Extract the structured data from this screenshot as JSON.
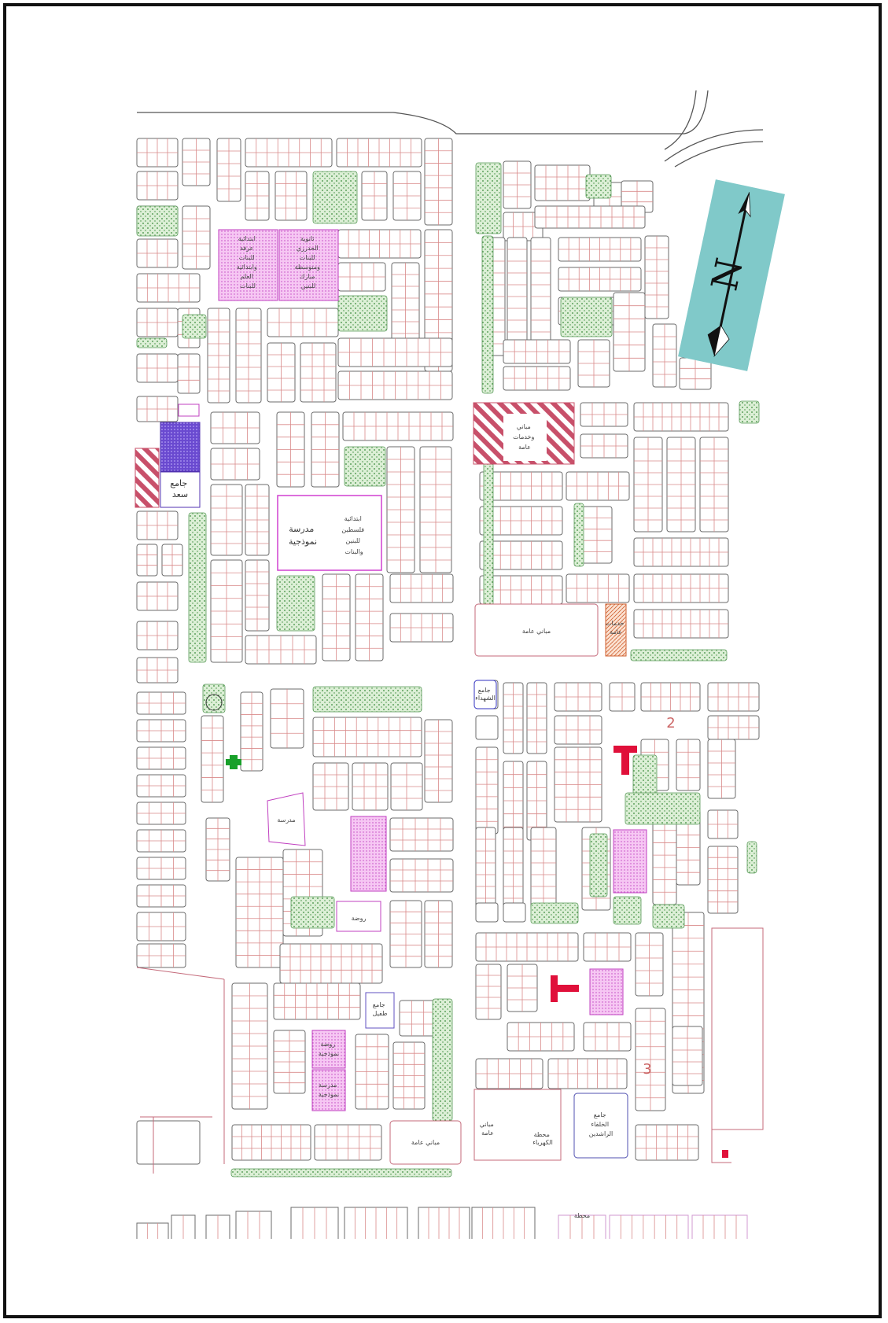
{
  "map": {
    "colors": {
      "lot_line": "#d98a8a",
      "block_line": "#6b6b6b",
      "green": "#dcefd6",
      "green_dot": "#3a8a3a",
      "school": "#f2c6f0",
      "school_line": "#c040c0",
      "mosque": "#7a5ad8",
      "hatch": "#c8506a",
      "compass_bg": "#80c9c9",
      "marker": "#e0103a"
    },
    "north_label": "N",
    "labels": {
      "school_tl_left": [
        "ابتدائية",
        "عرفة",
        "للبنات",
        "وابتدائية",
        "العلم",
        "للبنات"
      ],
      "school_tl_right": [
        "ثانوية",
        "الحدرزي",
        "للبنات",
        "ومتوسطة",
        "مبارك",
        "للبنين"
      ],
      "mosque_saad": [
        "جامع",
        "سعد"
      ],
      "model_school": [
        "مدرسة",
        "نموذجية"
      ],
      "primary_school": [
        "ابتدائية",
        "فلسطين",
        "للبنين",
        "والبنات"
      ],
      "services_hatched": [
        "مباني",
        "وخدمات",
        "عامة"
      ],
      "services_public": "مباني عامة",
      "services_small": [
        "خدمات",
        "عامة"
      ],
      "mosque_mid": [
        "جامع",
        "الشهداء"
      ],
      "school_mid": "مدرسة",
      "kindergarten": "روضة",
      "mosque_tofail": [
        "جامع",
        "طفيل"
      ],
      "kindergarten_model": [
        "روضة",
        "نموذجية"
      ],
      "model_school_low": [
        "مدرسة",
        "نموذجية"
      ],
      "mosque_caliphs": [
        "جامع",
        "الخلفاء",
        "الراشدين"
      ],
      "services_low": "مباني عامة",
      "services_low_left": [
        "مباني",
        "عامة"
      ],
      "station": "محطة",
      "power_station": [
        "محطة",
        "الكهرباء"
      ],
      "number_2": "2",
      "number_3": "3"
    }
  }
}
